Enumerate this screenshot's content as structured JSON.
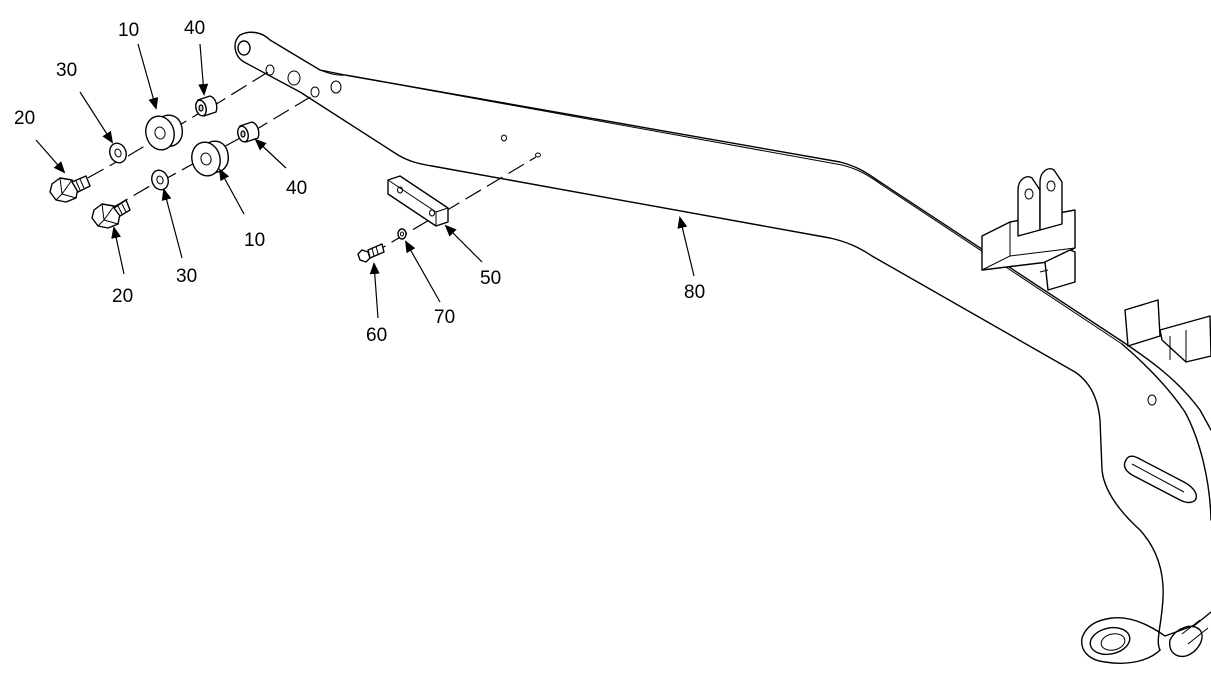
{
  "diagram": {
    "callouts": [
      {
        "id": "c10a",
        "label": "10"
      },
      {
        "id": "c10b",
        "label": "10"
      },
      {
        "id": "c20a",
        "label": "20"
      },
      {
        "id": "c20b",
        "label": "20"
      },
      {
        "id": "c30a",
        "label": "30"
      },
      {
        "id": "c30b",
        "label": "30"
      },
      {
        "id": "c40a",
        "label": "40"
      },
      {
        "id": "c40b",
        "label": "40"
      },
      {
        "id": "c50",
        "label": "50"
      },
      {
        "id": "c60",
        "label": "60"
      },
      {
        "id": "c70",
        "label": "70"
      },
      {
        "id": "c80",
        "label": "80"
      }
    ]
  }
}
